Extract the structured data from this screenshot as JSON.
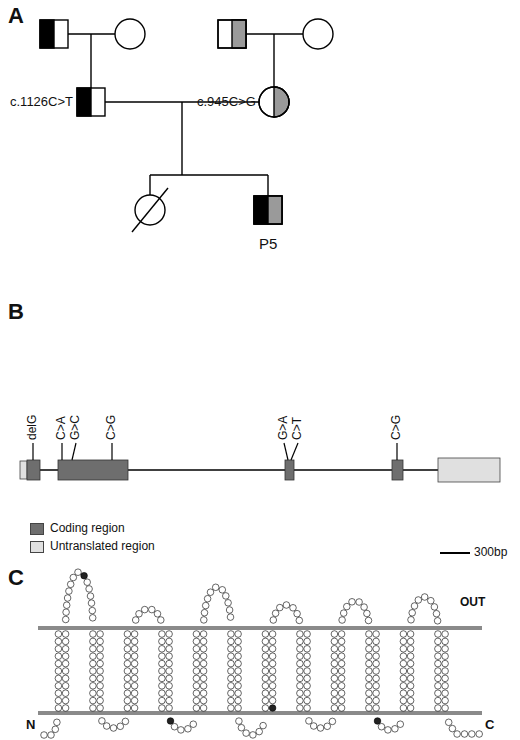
{
  "diagram": {
    "labels": [
      "A",
      "c.1126C>T",
      "c.945C>G",
      "P5",
      "B",
      "delG",
      "C>A",
      "G>C",
      "C>G",
      "G>A",
      "C>T",
      "C>G",
      "300bp",
      "C",
      "OUT",
      "N",
      "C"
    ],
    "legend": [
      {
        "text": "Coding region",
        "color": "#6e6e6e"
      },
      {
        "text": "Untranslated region",
        "color": "#e0e0e0"
      }
    ]
  }
}
